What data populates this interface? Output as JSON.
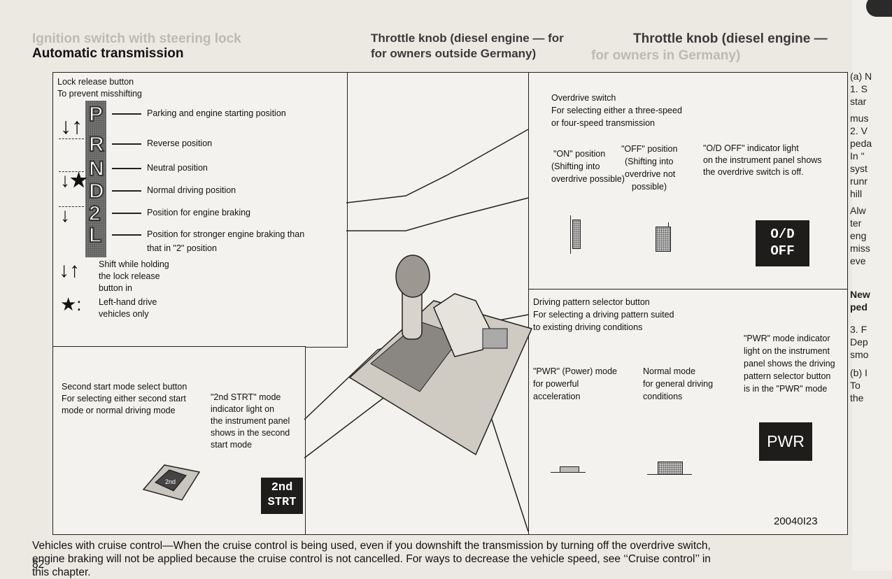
{
  "heading": "Automatic transmission",
  "page_number": "82",
  "figure_id": "20040I23",
  "shift": {
    "header_line1": "Lock release button",
    "header_line2": "To prevent misshifting",
    "positions": [
      {
        "letter": "P",
        "label": "Parking and engine starting position"
      },
      {
        "letter": "R",
        "label": "Reverse position"
      },
      {
        "letter": "N",
        "label": "Neutral position"
      },
      {
        "letter": "D",
        "label": "Normal driving position"
      },
      {
        "letter": "2",
        "label": "Position for engine braking"
      },
      {
        "letter": "L",
        "label": "Position for stronger engine braking than",
        "label2": "that in \"2\" position"
      }
    ],
    "legend_shift": [
      "Shift while holding",
      "the lock release",
      "button in"
    ],
    "legend_star": [
      "Left-hand drive",
      "vehicles only"
    ]
  },
  "overdrive": {
    "title1": "Overdrive switch",
    "title2": "For selecting either a three-speed",
    "title3": "or four-speed transmission",
    "on_pos": [
      "\"ON\" position",
      "(Shifting into",
      "overdrive possible)"
    ],
    "off_pos": [
      "\"OFF\" position",
      "(Shifting into",
      "overdrive not",
      "possible)"
    ],
    "indicator": [
      "\"O/D OFF\" indicator light",
      "on the instrument panel shows",
      "the overdrive switch is off."
    ],
    "lamp_line1": "O/D",
    "lamp_line2": "OFF"
  },
  "pattern": {
    "title1": "Driving pattern selector button",
    "title2": "For selecting a driving pattern suited",
    "title3": "to existing driving conditions",
    "pwr_mode": [
      "\"PWR\" (Power) mode",
      "for powerful",
      "acceleration"
    ],
    "normal_mode": [
      "Normal mode",
      "for general driving",
      "conditions"
    ],
    "pwr_indicator": [
      "\"PWR\" mode indicator",
      "light on the instrument",
      "panel shows the driving",
      "pattern selector button",
      "is in the \"PWR\" mode"
    ],
    "lamp": "PWR"
  },
  "second_start": {
    "title": [
      "Second start mode select button",
      "For selecting either second start",
      "mode or normal driving mode"
    ],
    "indicator": [
      "\"2nd STRT\" mode",
      "indicator light on",
      "the instrument panel",
      "shows in the second",
      "start mode"
    ],
    "lamp_line1": "2nd",
    "lamp_line2": "STRT",
    "button_text": "2nd"
  },
  "bottom_note": [
    "Vehicles with cruise control—When the cruise control is being used, even if you downshift the transmission by turning off the overdrive switch,",
    "engine braking will not be applied because the cruise control is not cancelled. For ways to decrease the vehicle speed, see ‘‘Cruise control’’ in",
    "this chapter."
  ],
  "ghost": {
    "top_left": "Ignition switch with steering lock",
    "top_mid1": "Throttle knob (diesel engine — for",
    "top_mid2": "for owners outside Germany)",
    "top_right1": "Throttle knob (diesel engine —",
    "top_right2": "for owners in Germany)",
    "right_edge": [
      "(a) N",
      "1. S",
      "star",
      "mus",
      "2. V",
      "peda",
      "In \"",
      "syst",
      "runr",
      "hill",
      "Alw",
      "ter",
      "eng",
      "miss",
      "eve",
      "New",
      "ped",
      "3. F",
      "Dep",
      "smo",
      "(b) I",
      "To",
      "the"
    ]
  }
}
